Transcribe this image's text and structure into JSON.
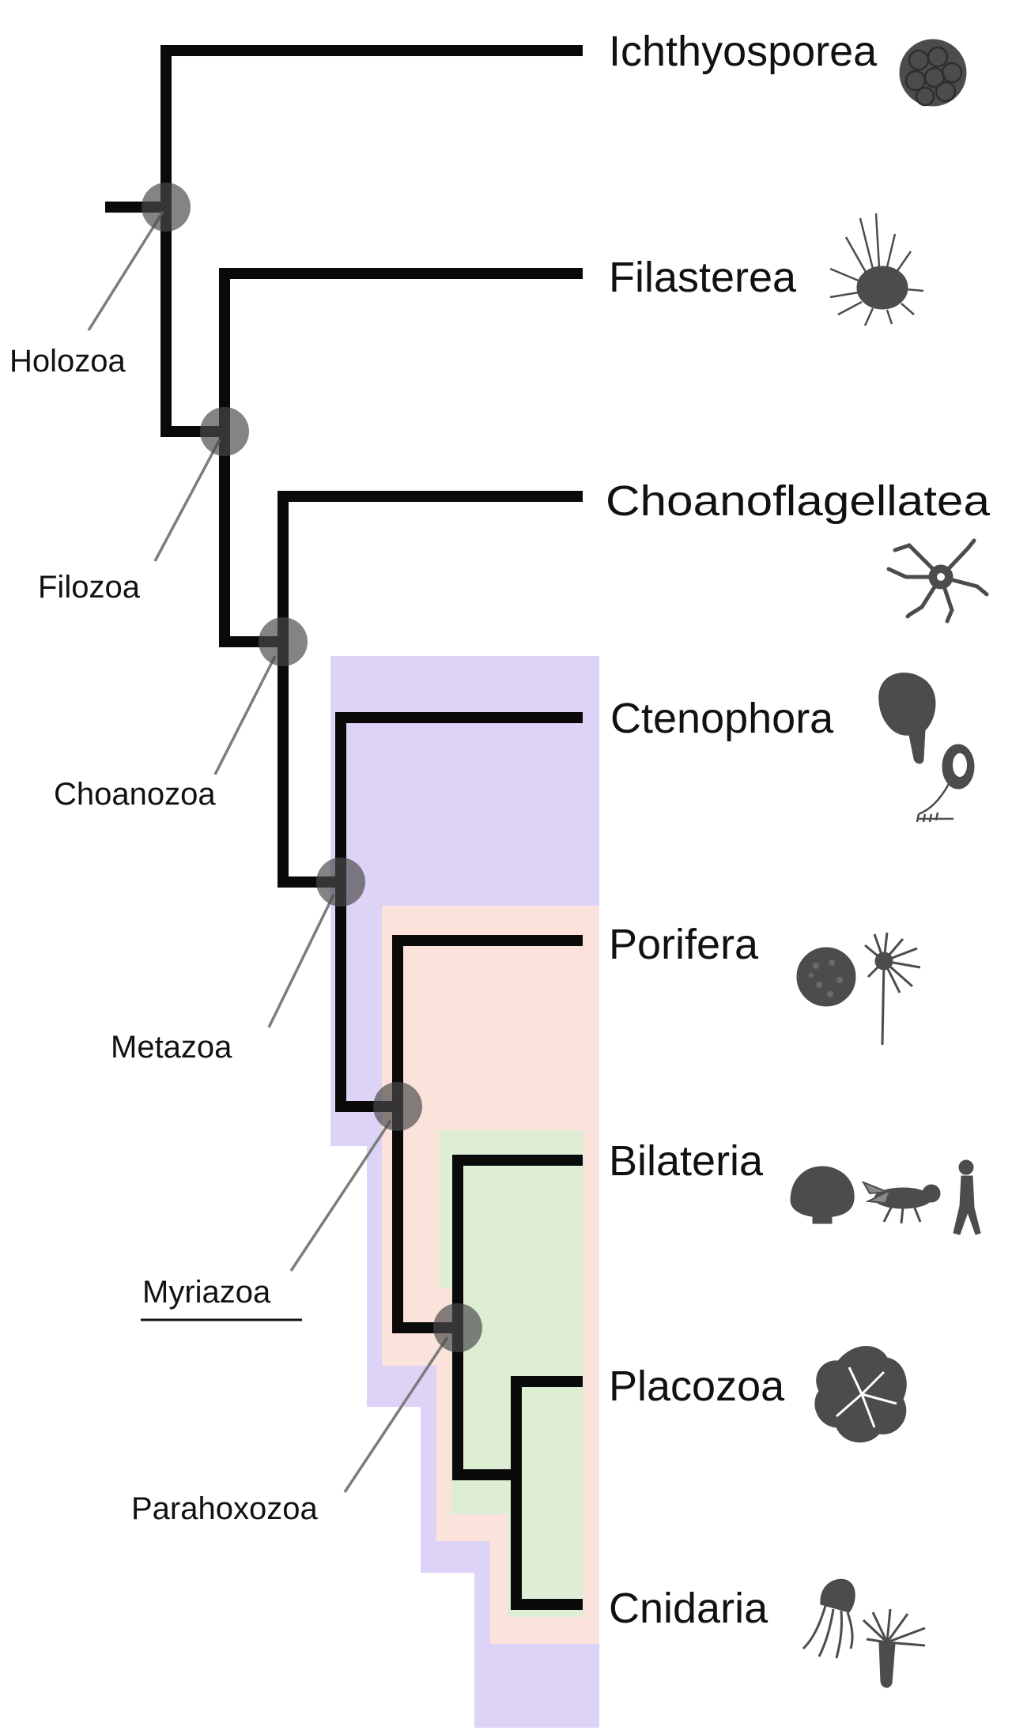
{
  "colors": {
    "branch": "#0a0a0a",
    "node": "#4a4a4a",
    "pointer_line": "#7d7d7d",
    "metazoa_box": "#ddd3f7",
    "myriazoa_box": "#fbe2da",
    "parahoxozoa_box": "#ddeed5",
    "silhouette": "#4c4c4c"
  },
  "taxa": [
    {
      "label": "Ichthyosporea",
      "icon": "ichthyosporea-cell-cluster-icon"
    },
    {
      "label": "Filasterea",
      "icon": "filasterea-spiny-cell-icon"
    },
    {
      "label": "Choanoflagellatea",
      "icon": "choanoflagellate-colony-icon"
    },
    {
      "label": "Ctenophora",
      "icon": "comb-jelly-icon"
    },
    {
      "label": "Porifera",
      "icon": "sponge-icon"
    },
    {
      "label": "Bilateria",
      "icon": "scallop-fly-human-icon"
    },
    {
      "label": "Placozoa",
      "icon": "placozoan-icon"
    },
    {
      "label": "Cnidaria",
      "icon": "jellyfish-hydra-icon"
    }
  ],
  "clades": [
    {
      "label": "Holozoa",
      "underlined": false
    },
    {
      "label": "Filozoa",
      "underlined": false
    },
    {
      "label": "Choanozoa",
      "underlined": false
    },
    {
      "label": "Metazoa",
      "underlined": false
    },
    {
      "label": "Myriazoa",
      "underlined": true
    },
    {
      "label": "Parahoxozoa",
      "underlined": false
    }
  ]
}
